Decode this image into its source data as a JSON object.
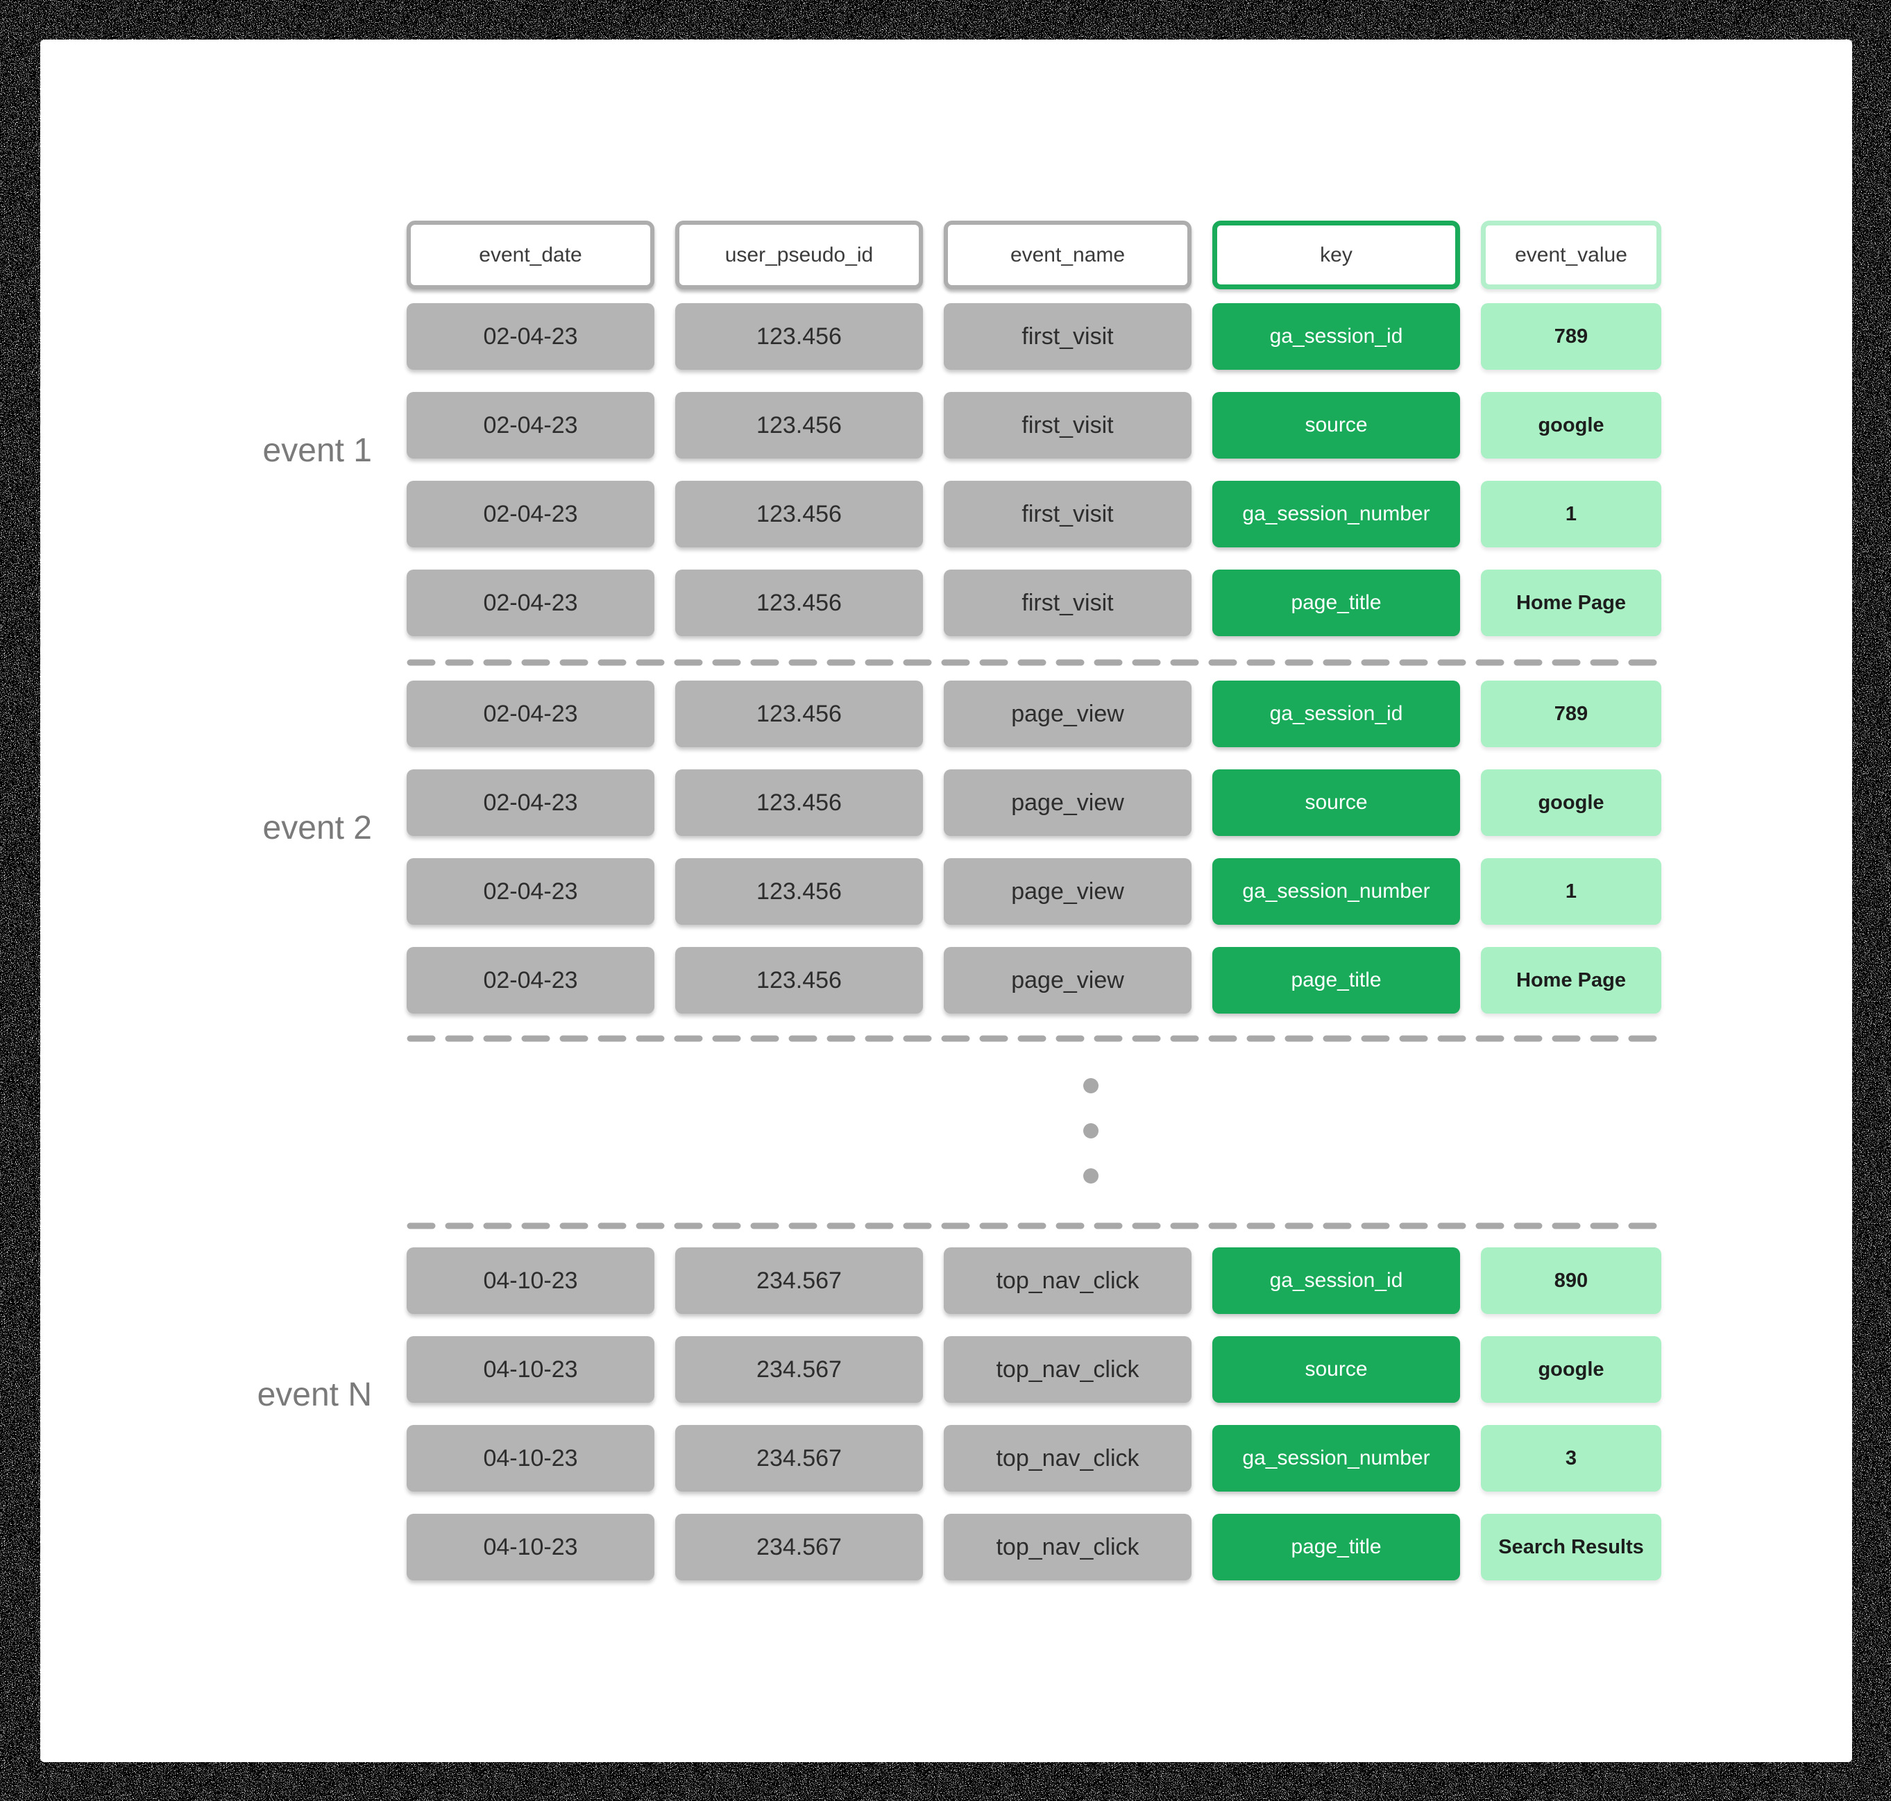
{
  "columns": [
    {
      "label": "event_date"
    },
    {
      "label": "user_pseudo_id"
    },
    {
      "label": "event_name"
    },
    {
      "label": "key"
    },
    {
      "label": "event_value"
    }
  ],
  "groups": [
    {
      "label": "event 1",
      "rows": [
        {
          "event_date": "02-04-23",
          "user_pseudo_id": "123.456",
          "event_name": "first_visit",
          "key": "ga_session_id",
          "event_value": "789"
        },
        {
          "event_date": "02-04-23",
          "user_pseudo_id": "123.456",
          "event_name": "first_visit",
          "key": "source",
          "event_value": "google"
        },
        {
          "event_date": "02-04-23",
          "user_pseudo_id": "123.456",
          "event_name": "first_visit",
          "key": "ga_session_number",
          "event_value": "1"
        },
        {
          "event_date": "02-04-23",
          "user_pseudo_id": "123.456",
          "event_name": "first_visit",
          "key": "page_title",
          "event_value": "Home Page"
        }
      ]
    },
    {
      "label": "event 2",
      "rows": [
        {
          "event_date": "02-04-23",
          "user_pseudo_id": "123.456",
          "event_name": "page_view",
          "key": "ga_session_id",
          "event_value": "789"
        },
        {
          "event_date": "02-04-23",
          "user_pseudo_id": "123.456",
          "event_name": "page_view",
          "key": "source",
          "event_value": "google"
        },
        {
          "event_date": "02-04-23",
          "user_pseudo_id": "123.456",
          "event_name": "page_view",
          "key": "ga_session_number",
          "event_value": "1"
        },
        {
          "event_date": "02-04-23",
          "user_pseudo_id": "123.456",
          "event_name": "page_view",
          "key": "page_title",
          "event_value": "Home Page"
        }
      ]
    },
    {
      "label": "event N",
      "rows": [
        {
          "event_date": "04-10-23",
          "user_pseudo_id": "234.567",
          "event_name": "top_nav_click",
          "key": "ga_session_id",
          "event_value": "890"
        },
        {
          "event_date": "04-10-23",
          "user_pseudo_id": "234.567",
          "event_name": "top_nav_click",
          "key": "source",
          "event_value": "google"
        },
        {
          "event_date": "04-10-23",
          "user_pseudo_id": "234.567",
          "event_name": "top_nav_click",
          "key": "ga_session_number",
          "event_value": "3"
        },
        {
          "event_date": "04-10-23",
          "user_pseudo_id": "234.567",
          "event_name": "top_nav_click",
          "key": "page_title",
          "event_value": "Search Results"
        }
      ]
    }
  ],
  "colors": {
    "page_border": "#000000",
    "card_bg": "#ffffff",
    "cell_gray": "#b4b4b4",
    "key_green": "#19aa5a",
    "value_green_bg": "#a9f0c4",
    "value_green_border": "#b2efca",
    "header_border_gray": "#adadad",
    "label_gray": "#7a7a7a",
    "separator_gray": "#a8a8a8"
  }
}
